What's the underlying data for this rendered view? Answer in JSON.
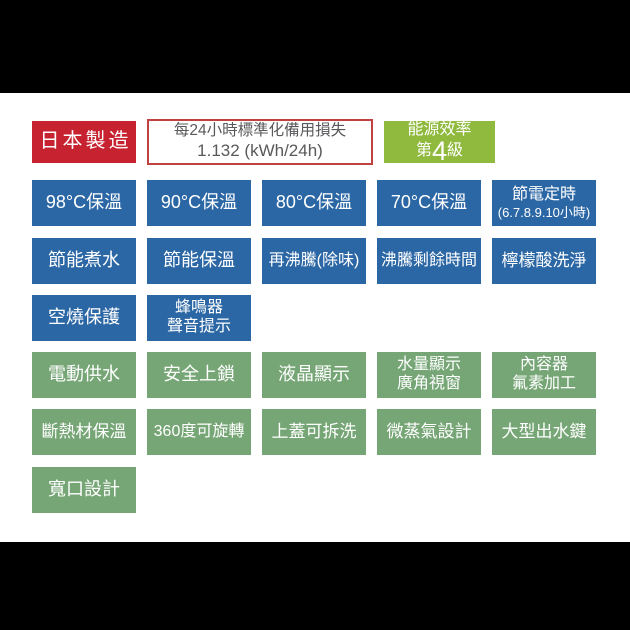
{
  "colors": {
    "page_bg": "#000000",
    "panel_bg": "#ffffff",
    "red": "#c62230",
    "blue": "#2c67a5",
    "green": "#76a676",
    "lime": "#8fba3e",
    "info_border": "#c0413f",
    "info_text": "#58595b",
    "badge_text": "#ffffff"
  },
  "header": {
    "made_in_japan": "日本製造",
    "standby_loss_line1": "每24小時標準化備用損失",
    "standby_loss_line2": "1.132 (kWh/24h)",
    "energy_title": "能源效率",
    "energy_grade_prefix": "第",
    "energy_grade_number": "4",
    "energy_grade_suffix": "級"
  },
  "features": {
    "rows": [
      {
        "color": "blue",
        "badges": [
          {
            "lines": [
              "98°C保溫"
            ]
          },
          {
            "lines": [
              "90°C保溫"
            ]
          },
          {
            "lines": [
              "80°C保溫"
            ]
          },
          {
            "lines": [
              "70°C保溫"
            ]
          },
          {
            "lines": [
              "節電定時",
              "(6.7.8.9.10小時)"
            ],
            "small_line2": true
          }
        ]
      },
      {
        "color": "blue",
        "badges": [
          {
            "lines": [
              "節能煮水"
            ]
          },
          {
            "lines": [
              "節能保溫"
            ]
          },
          {
            "lines": [
              "再沸騰(除味)"
            ]
          },
          {
            "lines": [
              "沸騰剩餘時間"
            ]
          },
          {
            "lines": [
              "檸檬酸洗淨"
            ]
          }
        ]
      },
      {
        "color": "blue",
        "badges": [
          {
            "lines": [
              "空燒保護"
            ]
          },
          {
            "lines": [
              "蜂鳴器",
              "聲音提示"
            ]
          }
        ]
      },
      {
        "color": "green",
        "badges": [
          {
            "lines": [
              "電動供水"
            ]
          },
          {
            "lines": [
              "安全上鎖"
            ]
          },
          {
            "lines": [
              "液晶顯示"
            ]
          },
          {
            "lines": [
              "水量顯示",
              "廣角視窗"
            ]
          },
          {
            "lines": [
              "內容器",
              "氟素加工"
            ]
          }
        ]
      },
      {
        "color": "green",
        "badges": [
          {
            "lines": [
              "斷熱材保溫"
            ]
          },
          {
            "lines": [
              "360度可旋轉"
            ]
          },
          {
            "lines": [
              "上蓋可拆洗"
            ]
          },
          {
            "lines": [
              "微蒸氣設計"
            ]
          },
          {
            "lines": [
              "大型出水鍵"
            ]
          }
        ]
      },
      {
        "color": "green",
        "badges": [
          {
            "lines": [
              "寬口設計"
            ]
          }
        ]
      }
    ]
  }
}
